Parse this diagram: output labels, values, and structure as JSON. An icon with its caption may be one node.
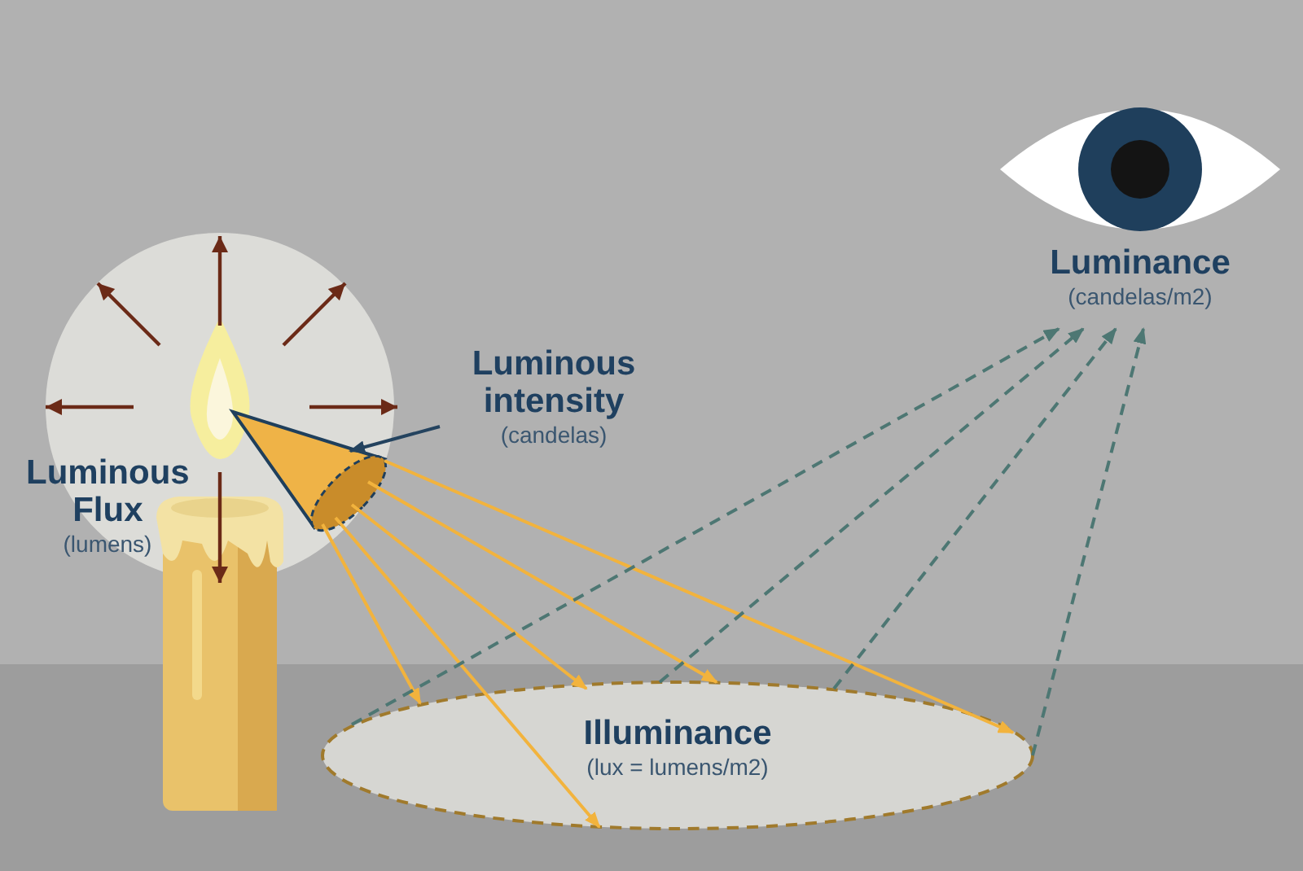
{
  "diagram": {
    "nodes": [
      {
        "text": [
          "Luminous Flux",
          "(lumens)"
        ]
      },
      {
        "text": [],
        "shape": "cone",
        "in": 0
      },
      {
        "text": [
          "Luminous intensity",
          "(candelas)"
        ]
      },
      {
        "text": [
          "Illuminance",
          "(lux = lumens/m2)"
        ]
      },
      {
        "text": [],
        "shape": "picture"
      },
      {
        "text": [
          "Luminance",
          "(candelas/m2)"
        ]
      }
    ],
    "edges": [
      {
        "from": 2,
        "to": 1,
        "arrow": "to",
        "color": "#24435f"
      },
      {
        "from": 1,
        "to": 3,
        "arrow": "to"
      },
      {
        "from": 1,
        "to": 3,
        "arrow": "to"
      },
      {
        "from": 1,
        "to": 3,
        "arrow": "to"
      },
      {
        "from": 1,
        "to": 3,
        "arrow": "to"
      },
      {
        "from": 1,
        "to": 3,
        "arrow": "to"
      },
      {
        "from": 3,
        "to": 5,
        "arrow": "to",
        "style": "dashed",
        "color": "#4d7773"
      },
      {
        "from": 3,
        "to": 5,
        "arrow": "to",
        "style": "dashed",
        "color": "#4d7773"
      },
      {
        "from": 3,
        "to": 5,
        "arrow": "to",
        "style": "dashed",
        "color": "#4d7773"
      },
      {
        "from": 3,
        "to": 5,
        "arrow": "to",
        "style": "dashed",
        "color": "#4d7773"
      }
    ]
  }
}
